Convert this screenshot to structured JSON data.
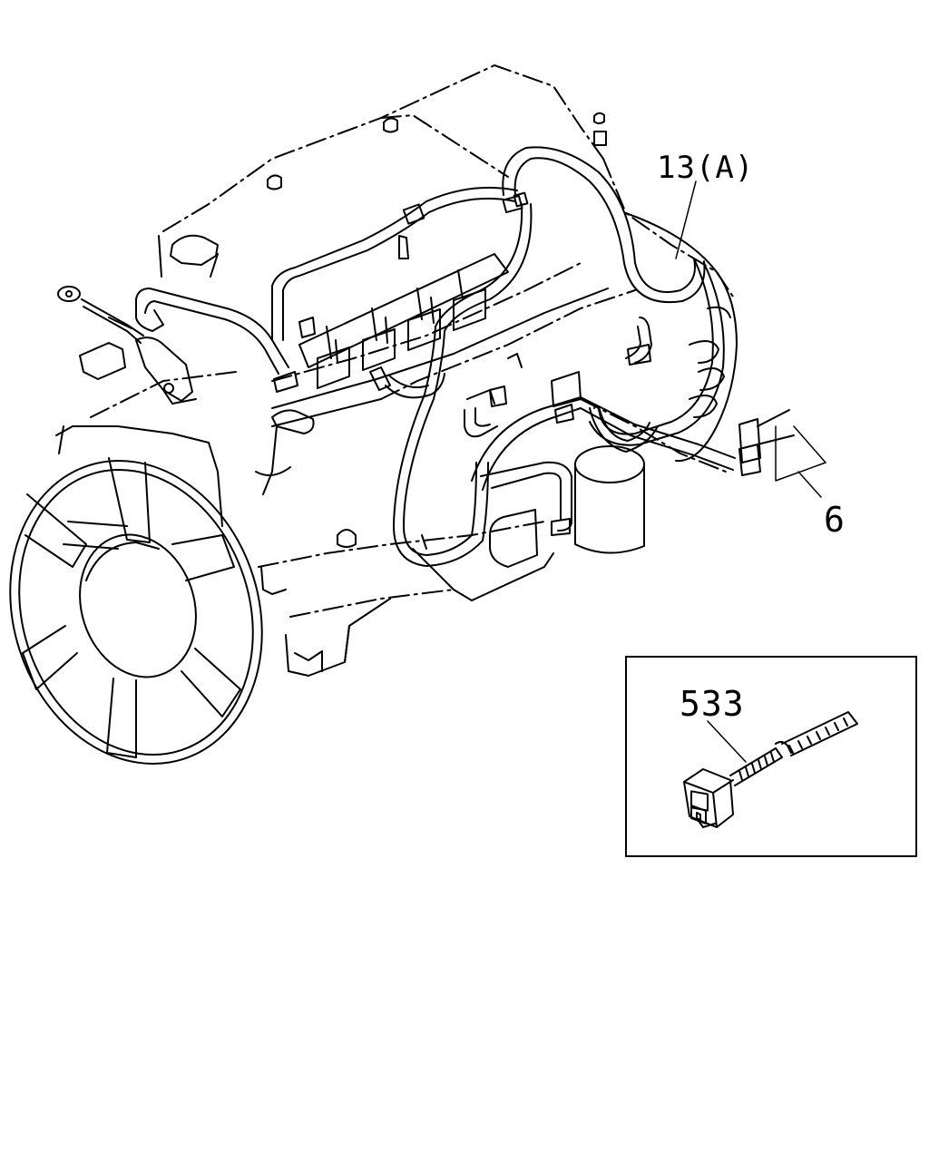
{
  "diagram": {
    "callouts": {
      "harness": "13(A)",
      "clip": "6",
      "connector": "533"
    },
    "stroke_color": "#000000",
    "background_color": "#ffffff"
  }
}
